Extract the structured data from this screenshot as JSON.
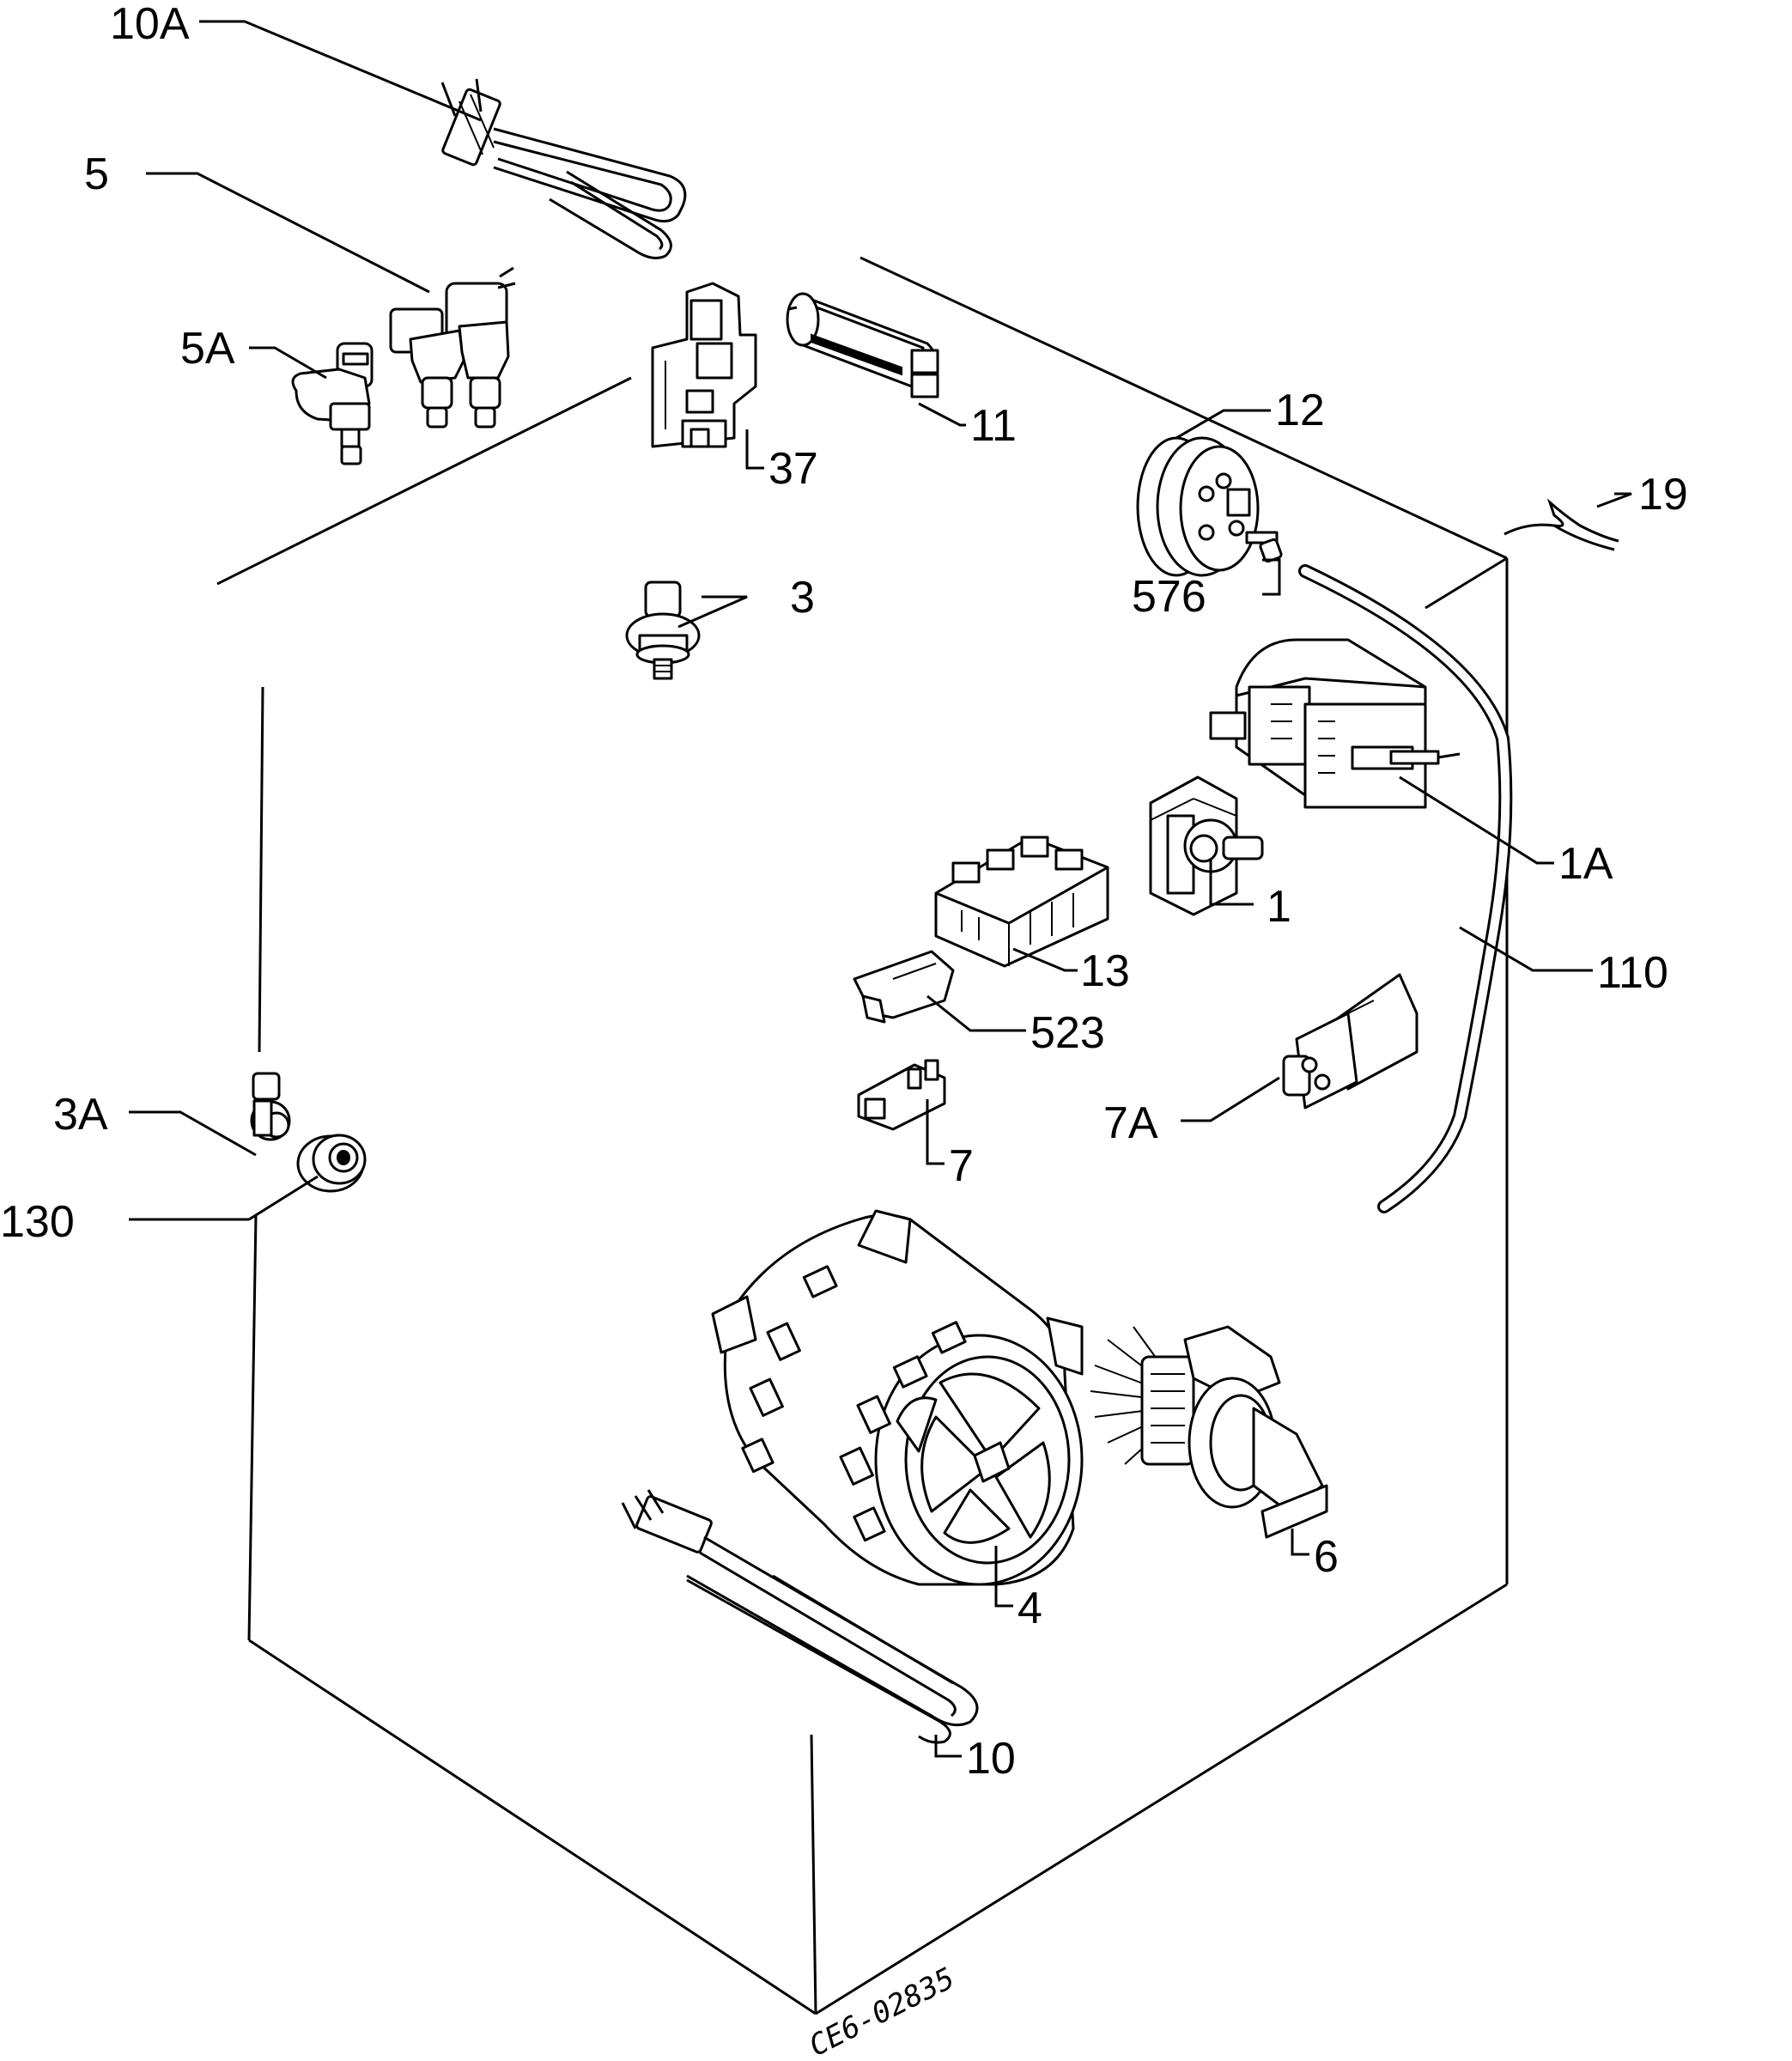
{
  "labels": {
    "p10a": "10A",
    "p5": "5",
    "p5a": "5A",
    "p37": "37",
    "p11": "11",
    "p12": "12",
    "p19": "19",
    "p576": "576",
    "p3": "3",
    "p1a": "1A",
    "p1": "1",
    "p110": "110",
    "p13": "13",
    "p523": "523",
    "p7": "7",
    "p7a": "7A",
    "p3a": "3A",
    "p130": "130",
    "p4": "4",
    "p6": "6",
    "p10": "10"
  },
  "drawing_code": "CE6-02835"
}
